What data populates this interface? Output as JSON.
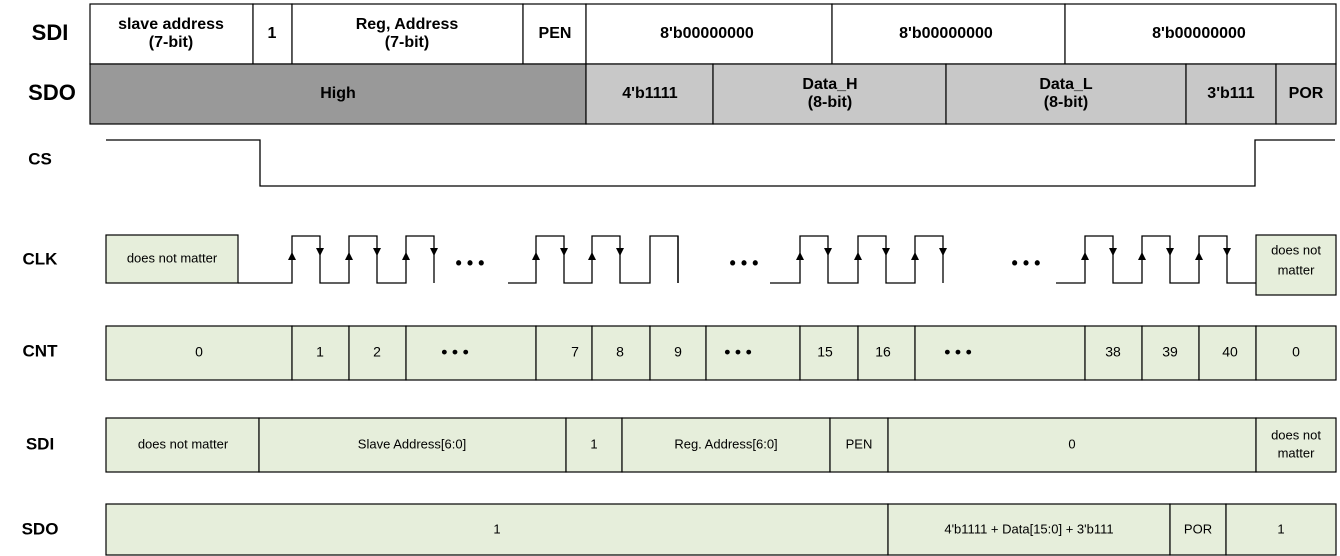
{
  "header": {
    "sdi_label": "SDI",
    "sdo_label": "SDO",
    "sdi_fields": [
      {
        "line1": "slave address",
        "line2": "(7-bit)"
      },
      {
        "line1": "1",
        "line2": ""
      },
      {
        "line1": "Reg, Address",
        "line2": "(7-bit)"
      },
      {
        "line1": "PEN",
        "line2": ""
      },
      {
        "line1": "8'b00000000",
        "line2": ""
      },
      {
        "line1": "8'b00000000",
        "line2": ""
      },
      {
        "line1": "8'b00000000",
        "line2": ""
      }
    ],
    "sdo_fields": [
      {
        "line1": "High",
        "line2": ""
      },
      {
        "line1": "4'b1111",
        "line2": ""
      },
      {
        "line1": "Data_H",
        "line2": "(8-bit)"
      },
      {
        "line1": "Data_L",
        "line2": "(8-bit)"
      },
      {
        "line1": "3'b111",
        "line2": ""
      },
      {
        "line1": "POR",
        "line2": ""
      }
    ]
  },
  "signals": {
    "cs": "CS",
    "clk": "CLK",
    "cnt": "CNT",
    "sdi": "SDI",
    "sdo": "SDO"
  },
  "clk_row": {
    "left_note": "does not matter",
    "right_note_line1": "does not",
    "right_note_line2": "matter",
    "ellipsis": "• • •"
  },
  "cnt_row": [
    "0",
    "1",
    "2",
    "• • •",
    "7",
    "8",
    "9",
    "• • •",
    "15",
    "16",
    "• • •",
    "38",
    "39",
    "40",
    "0"
  ],
  "sdi_row": [
    {
      "line1": "does not matter",
      "line2": ""
    },
    {
      "line1": "Slave Address[6:0]",
      "line2": ""
    },
    {
      "line1": "1",
      "line2": ""
    },
    {
      "line1": "Reg. Address[6:0]",
      "line2": ""
    },
    {
      "line1": "PEN",
      "line2": ""
    },
    {
      "line1": "0",
      "line2": ""
    },
    {
      "line1": "does not",
      "line2": "matter"
    }
  ],
  "sdo_row": [
    "1",
    "4'b1111 + Data[15:0] + 3'b111",
    "POR",
    "1"
  ],
  "colors": {
    "cell_fill": "#e6eedb",
    "sdo_high_fill": "#999999",
    "sdo_field_fill": "#c8c8c8",
    "line": "#000000"
  }
}
